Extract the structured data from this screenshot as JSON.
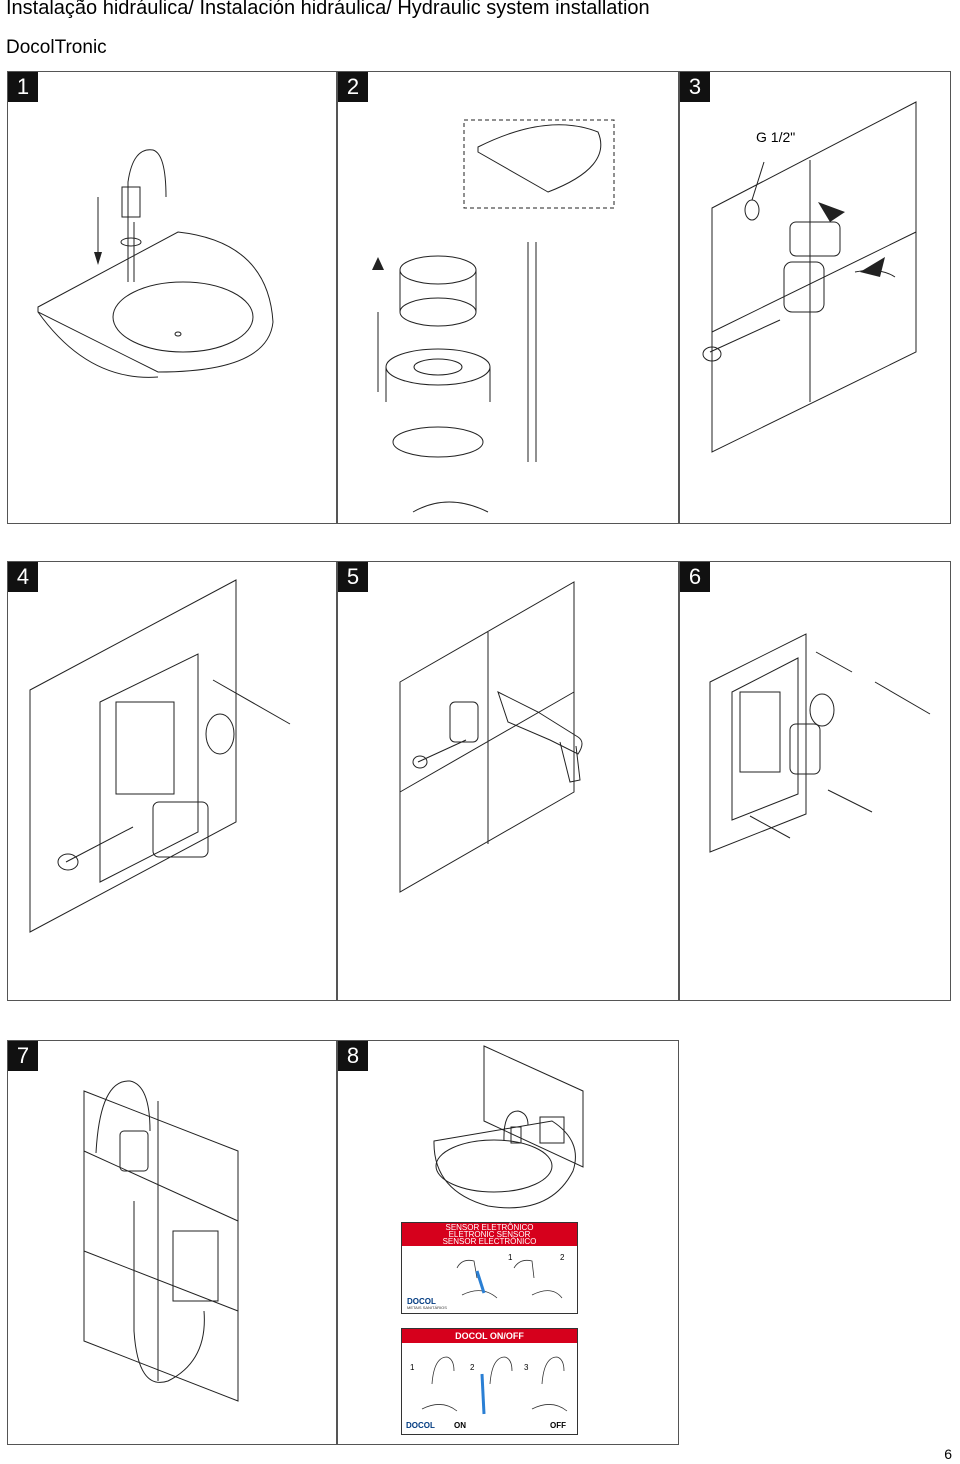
{
  "header": {
    "title": "Instalação hidráulica/ Instalación hidráulica/ Hydraulic system installation",
    "product": "DocolTronic"
  },
  "steps": [
    {
      "number": "1"
    },
    {
      "number": "2"
    },
    {
      "number": "3",
      "thread_label": "G 1/2\""
    },
    {
      "number": "4"
    },
    {
      "number": "5"
    },
    {
      "number": "6"
    },
    {
      "number": "7"
    },
    {
      "number": "8"
    }
  ],
  "sensor_label": {
    "line1": "SENSOR ELETRÔNICO",
    "line2": "ELETRONIC SENSOR",
    "line3": "SENSOR ELECTRÓNICO",
    "step1": "1",
    "step2": "2",
    "brand": "DOCOL",
    "brand_sub": "METAIS SANITÁRIOS"
  },
  "onoff_label": {
    "title": "DOCOL ON/OFF",
    "step1": "1",
    "step2": "2",
    "step3": "3",
    "brand": "DOCOL",
    "on": "ON",
    "off": "OFF"
  },
  "page_number": "6",
  "colors": {
    "accent_red": "#d6001c",
    "drawing_line": "#222222"
  }
}
